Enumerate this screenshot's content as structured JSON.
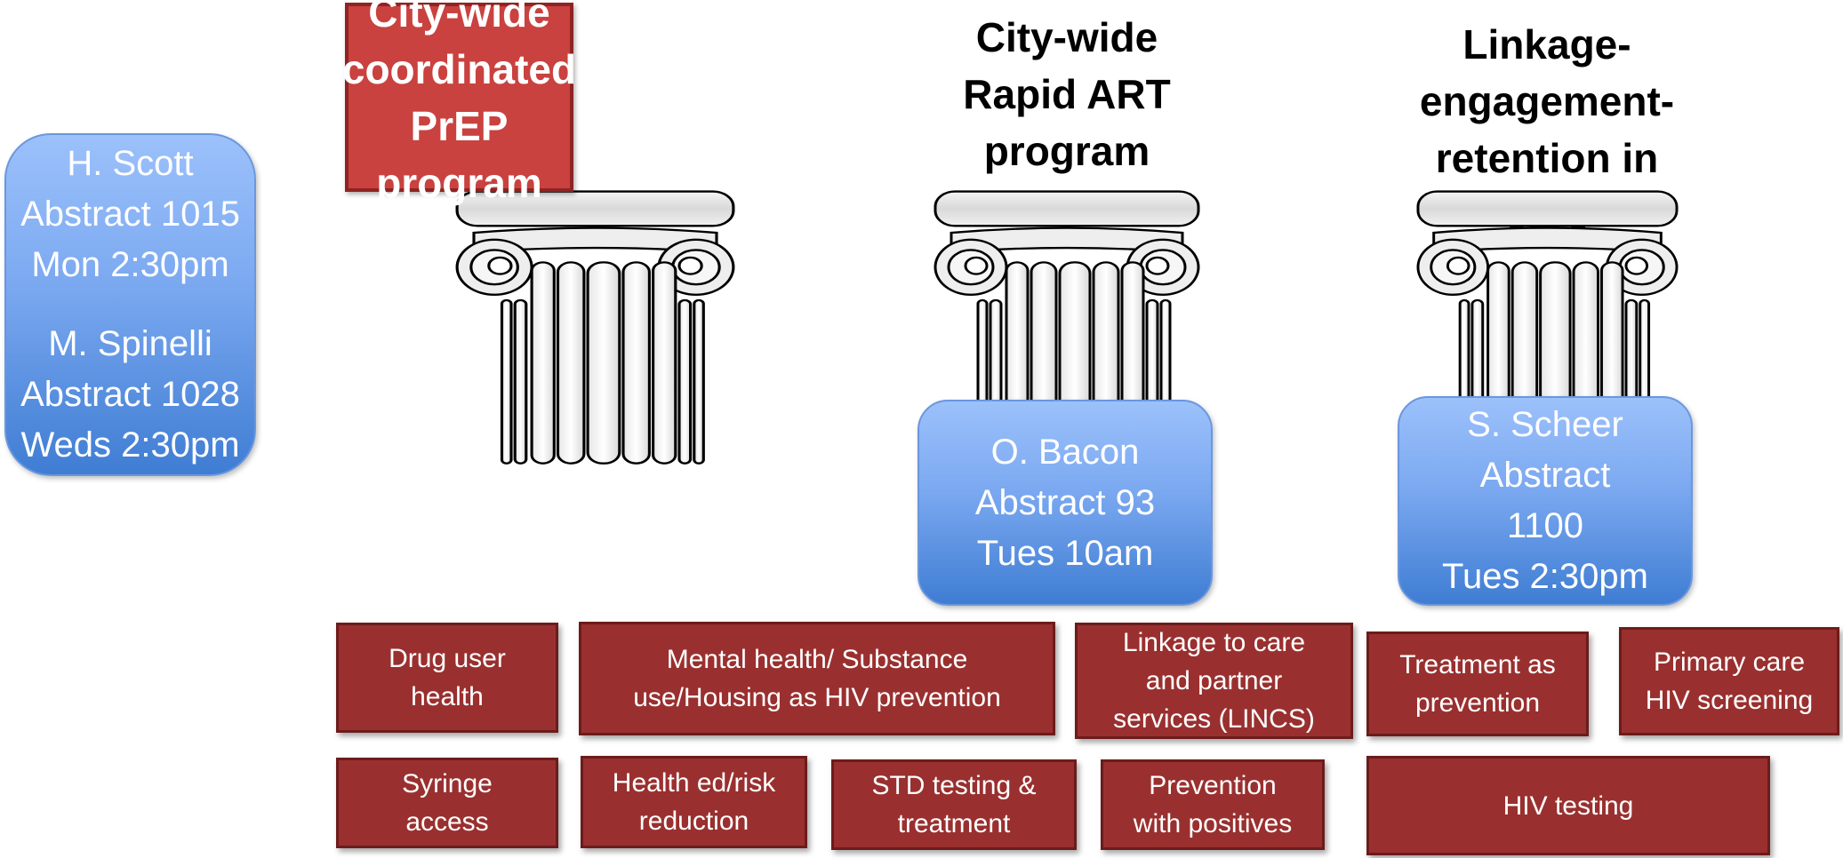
{
  "speakers_box": {
    "lines": [
      "H. Scott",
      "Abstract 1015",
      "Mon 2:30pm",
      "",
      "M. Spinelli",
      "Abstract 1028",
      "Weds 2:30pm"
    ]
  },
  "pillars": [
    {
      "title_lines": [
        "City-wide",
        "coordinated",
        "PrEP",
        "program"
      ],
      "highlighted": true
    },
    {
      "title_lines": [
        "City-wide",
        "Rapid ART",
        "program"
      ],
      "highlighted": false,
      "speaker_lines": [
        "O. Bacon",
        "Abstract 93",
        "Tues 10am"
      ]
    },
    {
      "title_lines": [
        "Linkage-",
        "engagement-",
        "retention in",
        "care"
      ],
      "highlighted": false,
      "speaker_lines": [
        "S. Scheer",
        "Abstract",
        "1100",
        "Tues 2:30pm"
      ]
    }
  ],
  "foundation_row_1": [
    {
      "lines": [
        "Drug user",
        "health"
      ]
    },
    {
      "lines": [
        "Mental health/ Substance",
        "use/Housing as HIV prevention"
      ]
    },
    {
      "lines": [
        "Linkage to care",
        "and partner",
        "services (LINCS)"
      ]
    },
    {
      "lines": [
        "Treatment as",
        "prevention"
      ]
    },
    {
      "lines": [
        "Primary care",
        "HIV screening"
      ]
    }
  ],
  "foundation_row_2": [
    {
      "lines": [
        "Syringe",
        "access"
      ]
    },
    {
      "lines": [
        "Health ed/risk",
        "reduction"
      ]
    },
    {
      "lines": [
        "STD testing &",
        "treatment"
      ]
    },
    {
      "lines": [
        "Prevention",
        "with positives"
      ]
    },
    {
      "lines": [
        "HIV testing"
      ]
    }
  ],
  "colors": {
    "title_box": "#c9423f",
    "foundation_box": "#99302f",
    "speaker_box_top": "#9cc1fb",
    "speaker_box_bottom": "#3f7dd3"
  }
}
